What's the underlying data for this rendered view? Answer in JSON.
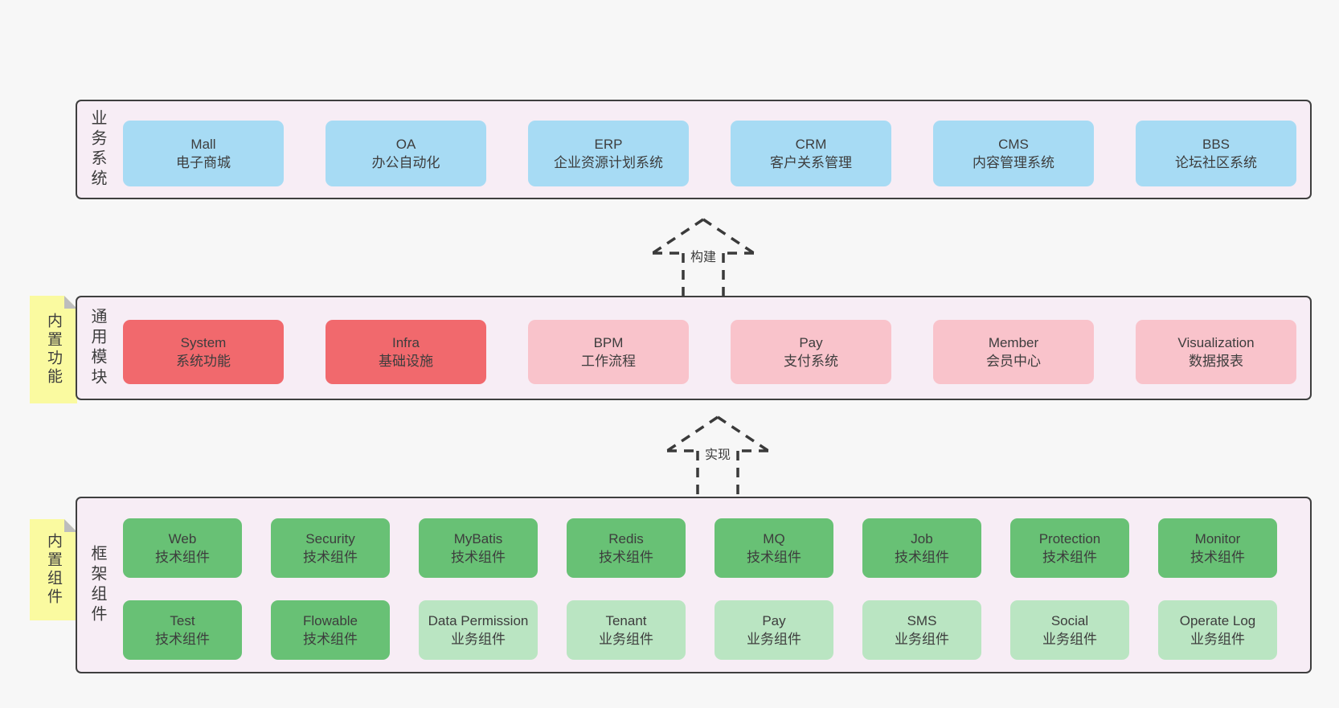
{
  "layers": {
    "business": {
      "label": "业务系统",
      "items": [
        {
          "name": "Mall",
          "sub": "电子商城"
        },
        {
          "name": "OA",
          "sub": "办公自动化"
        },
        {
          "name": "ERP",
          "sub": "企业资源计划系统"
        },
        {
          "name": "CRM",
          "sub": "客户关系管理"
        },
        {
          "name": "CMS",
          "sub": "内容管理系统"
        },
        {
          "name": "BBS",
          "sub": "论坛社区系统"
        }
      ]
    },
    "modules": {
      "label": "通用模块",
      "note": "内置功能",
      "items": [
        {
          "name": "System",
          "sub": "系统功能",
          "variant": "red"
        },
        {
          "name": "Infra",
          "sub": "基础设施",
          "variant": "red"
        },
        {
          "name": "BPM",
          "sub": "工作流程",
          "variant": "pink"
        },
        {
          "name": "Pay",
          "sub": "支付系统",
          "variant": "pink"
        },
        {
          "name": "Member",
          "sub": "会员中心",
          "variant": "pink"
        },
        {
          "name": "Visualization",
          "sub": "数据报表",
          "variant": "pink"
        }
      ]
    },
    "framework": {
      "label": "框架组件",
      "note": "内置组件",
      "row1": [
        {
          "name": "Web",
          "sub": "技术组件",
          "variant": "green"
        },
        {
          "name": "Security",
          "sub": "技术组件",
          "variant": "green"
        },
        {
          "name": "MyBatis",
          "sub": "技术组件",
          "variant": "green"
        },
        {
          "name": "Redis",
          "sub": "技术组件",
          "variant": "green"
        },
        {
          "name": "MQ",
          "sub": "技术组件",
          "variant": "green"
        },
        {
          "name": "Job",
          "sub": "技术组件",
          "variant": "green"
        },
        {
          "name": "Protection",
          "sub": "技术组件",
          "variant": "green"
        },
        {
          "name": "Monitor",
          "sub": "技术组件",
          "variant": "green"
        }
      ],
      "row2": [
        {
          "name": "Test",
          "sub": "技术组件",
          "variant": "green"
        },
        {
          "name": "Flowable",
          "sub": "技术组件",
          "variant": "green"
        },
        {
          "name": "Data Permission",
          "sub": "业务组件",
          "variant": "lightgreen"
        },
        {
          "name": "Tenant",
          "sub": "业务组件",
          "variant": "lightgreen"
        },
        {
          "name": "Pay",
          "sub": "业务组件",
          "variant": "lightgreen"
        },
        {
          "name": "SMS",
          "sub": "业务组件",
          "variant": "lightgreen"
        },
        {
          "name": "Social",
          "sub": "业务组件",
          "variant": "lightgreen"
        },
        {
          "name": "Operate Log",
          "sub": "业务组件",
          "variant": "lightgreen"
        }
      ]
    }
  },
  "arrows": {
    "build": {
      "label": "构建"
    },
    "implement": {
      "label": "实现"
    }
  },
  "colors": {
    "page_bg": "#f7f7f7",
    "band_bg": "#f7edf5",
    "band_border": "#3f3f3f",
    "business_box": "#a7dbf4",
    "core_module_box": "#f1696d",
    "module_box": "#f9c3cb",
    "tech_component_box": "#68c175",
    "biz_component_box": "#bae5c2",
    "note_bg": "#fafaa0",
    "note_fold": "#bdbdbd",
    "text": "#3d3d3d"
  }
}
